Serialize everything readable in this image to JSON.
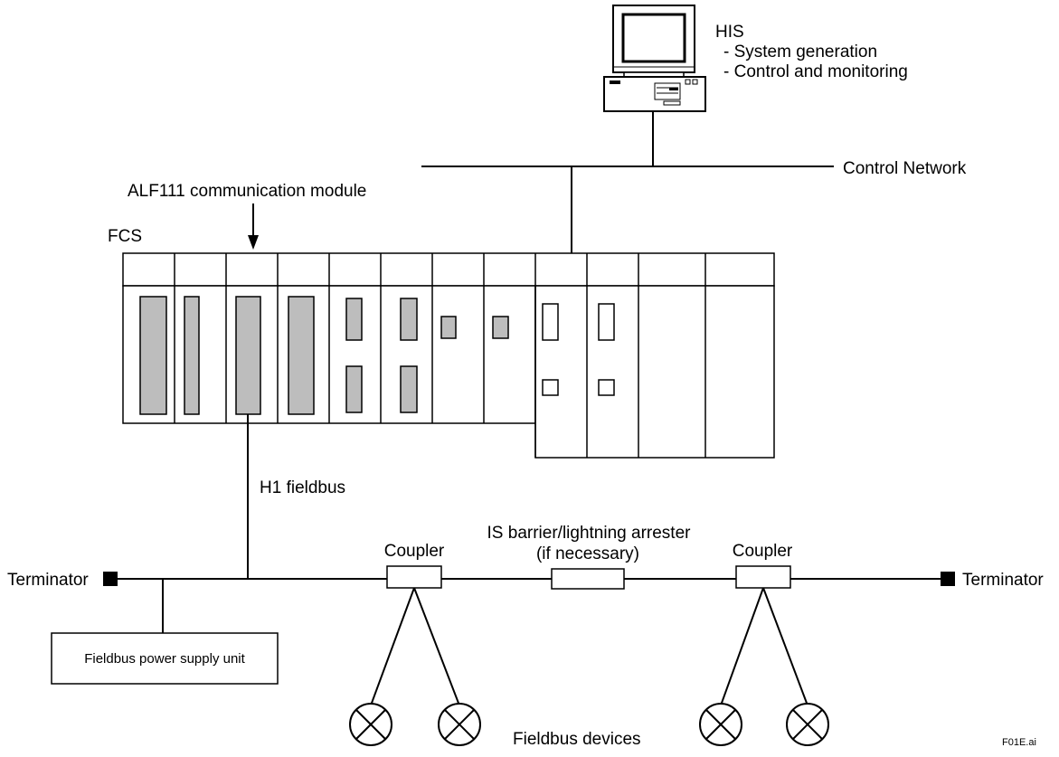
{
  "his": {
    "title": "HIS",
    "functions": [
      "- System generation",
      "- Control and monitoring"
    ]
  },
  "control_network_label": "Control Network",
  "communication_module_label": "ALF111 communication module",
  "fcs_label": "FCS",
  "h1_fieldbus_label": "H1 fieldbus",
  "barrier_label_line1": "IS barrier/lightning arrester",
  "barrier_label_line2": "(if necessary)",
  "coupler_left_label": "Coupler",
  "coupler_right_label": "Coupler",
  "terminator_left_label": "Terminator",
  "terminator_right_label": "Terminator",
  "power_supply_label": "Fieldbus power supply unit",
  "fieldbus_devices_label": "Fieldbus devices",
  "figure_id": "F01E.ai"
}
